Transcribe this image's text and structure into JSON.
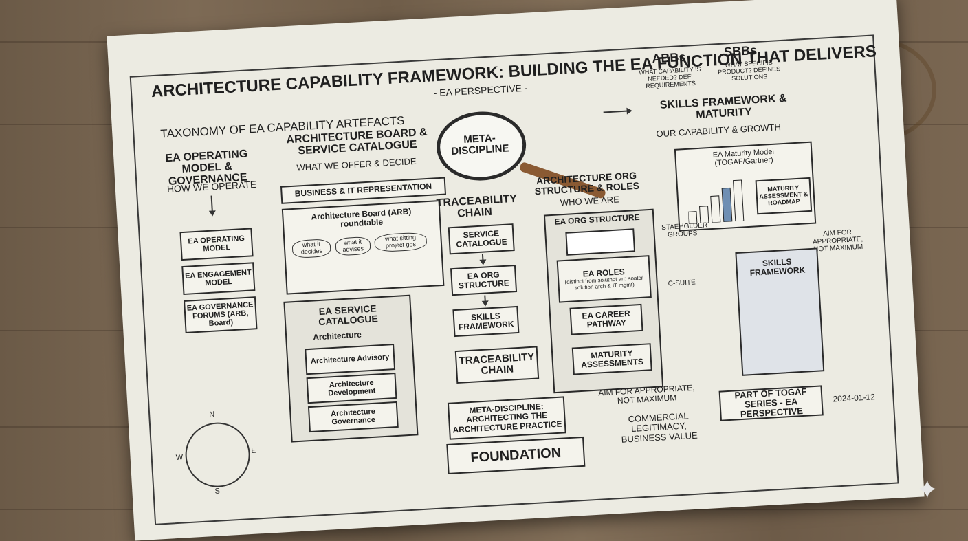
{
  "title": "ARCHITECTURE CAPABILITY FRAMEWORK: BUILDING THE EA FUNCTION THAT DELIVERS",
  "subtitle": "- EA PERSPECTIVE -",
  "taxonomy": "TAXONOMY OF EA CAPABILITY ARTEFACTS",
  "operating_model": {
    "heading": "EA OPERATING MODEL & GOVERNANCE",
    "sub": "HOW WE OPERATE",
    "items": [
      "EA OPERATING MODEL",
      "EA ENGAGEMENT MODEL",
      "EA GOVERNANCE FORUMS (ARB, Board)"
    ]
  },
  "board": {
    "heading": "ARCHITECTURE BOARD & SERVICE CATALOGUE",
    "sub": "WHAT WE OFFER & DECIDE",
    "representation": "BUSINESS & IT REPRESENTATION",
    "roundtable": "Architecture Board (ARB) roundtable",
    "bubbles": [
      "what it decides",
      "what it advises",
      "what sitting project gos"
    ]
  },
  "service_catalogue": {
    "heading": "EA SERVICE CATALOGUE",
    "items": [
      "Architecture",
      "Architecture Advisory",
      "Architecture Development",
      "Architecture Governance"
    ]
  },
  "meta": "META-DISCIPLINE",
  "abbs": {
    "title": "ABBs",
    "desc": "WHAT CAPABILITY IS NEEDED? DEFI REQUIREMENTS"
  },
  "sbbs": {
    "title": "SBBs",
    "desc": "WHAT SPECIFIC PRODUCT? DEFINES SOLUTIONS"
  },
  "skills": {
    "heading": "SKILLS FRAMEWORK & MATURITY",
    "sub": "OUR CAPABILITY & GROWTH",
    "maturity_model": "EA Maturity Model (TOGAF/Gartner)",
    "assessment": "MATURITY ASSESSMENT & ROADMAP",
    "aim": "AIM FOR APPROPRIATE, NOT MAXIMUM",
    "pedestal": "SKILLS FRAMEWORK"
  },
  "traceability": {
    "heading": "TRACEABILITY CHAIN",
    "steps": [
      "SERVICE CATALOGUE",
      "EA ORG STRUCTURE",
      "SKILLS FRAMEWORK"
    ],
    "bottom": "TRACEABILITY CHAIN"
  },
  "org": {
    "heading": "ARCHITECTURE ORG STRUCTURE & ROLES",
    "sub": "WHO WE ARE",
    "structure": "EA ORG STRUCTURE",
    "roles": "EA ROLES",
    "roles_note": "(distinct from solutnot arb soatcil solution arch & IT mgmt)",
    "career": "EA CAREER PATHWAY",
    "maturity": "MATURITY ASSESSMENTS",
    "stakeholders": "STAEHGLDER GROUPS",
    "csuite": "C-SUITE"
  },
  "meta_discipline": "META-DISCIPLINE: ARCHITECTING THE ARCHITECTURE PRACTICE",
  "foundation": "FOUNDATION",
  "aim_bottom": "AIM FOR APPROPRIATE, NOT MAXIMUM",
  "commercial": "COMMERCIAL LEGITIMACY, BUSINESS VALUE",
  "series": "PART OF TOGAF SERIES - EA PERSPECTIVE",
  "date": "2024-01-12",
  "compass": {
    "n": "N",
    "e": "E",
    "s": "S",
    "w": "W"
  },
  "chart_bars": [
    0.25,
    0.35,
    0.55,
    0.7,
    0.85
  ],
  "colors": {
    "paper": "#ecebe2",
    "ink": "#1f1f1f",
    "bar_blue": "#6f8fb3",
    "wood": "#7a6752"
  }
}
